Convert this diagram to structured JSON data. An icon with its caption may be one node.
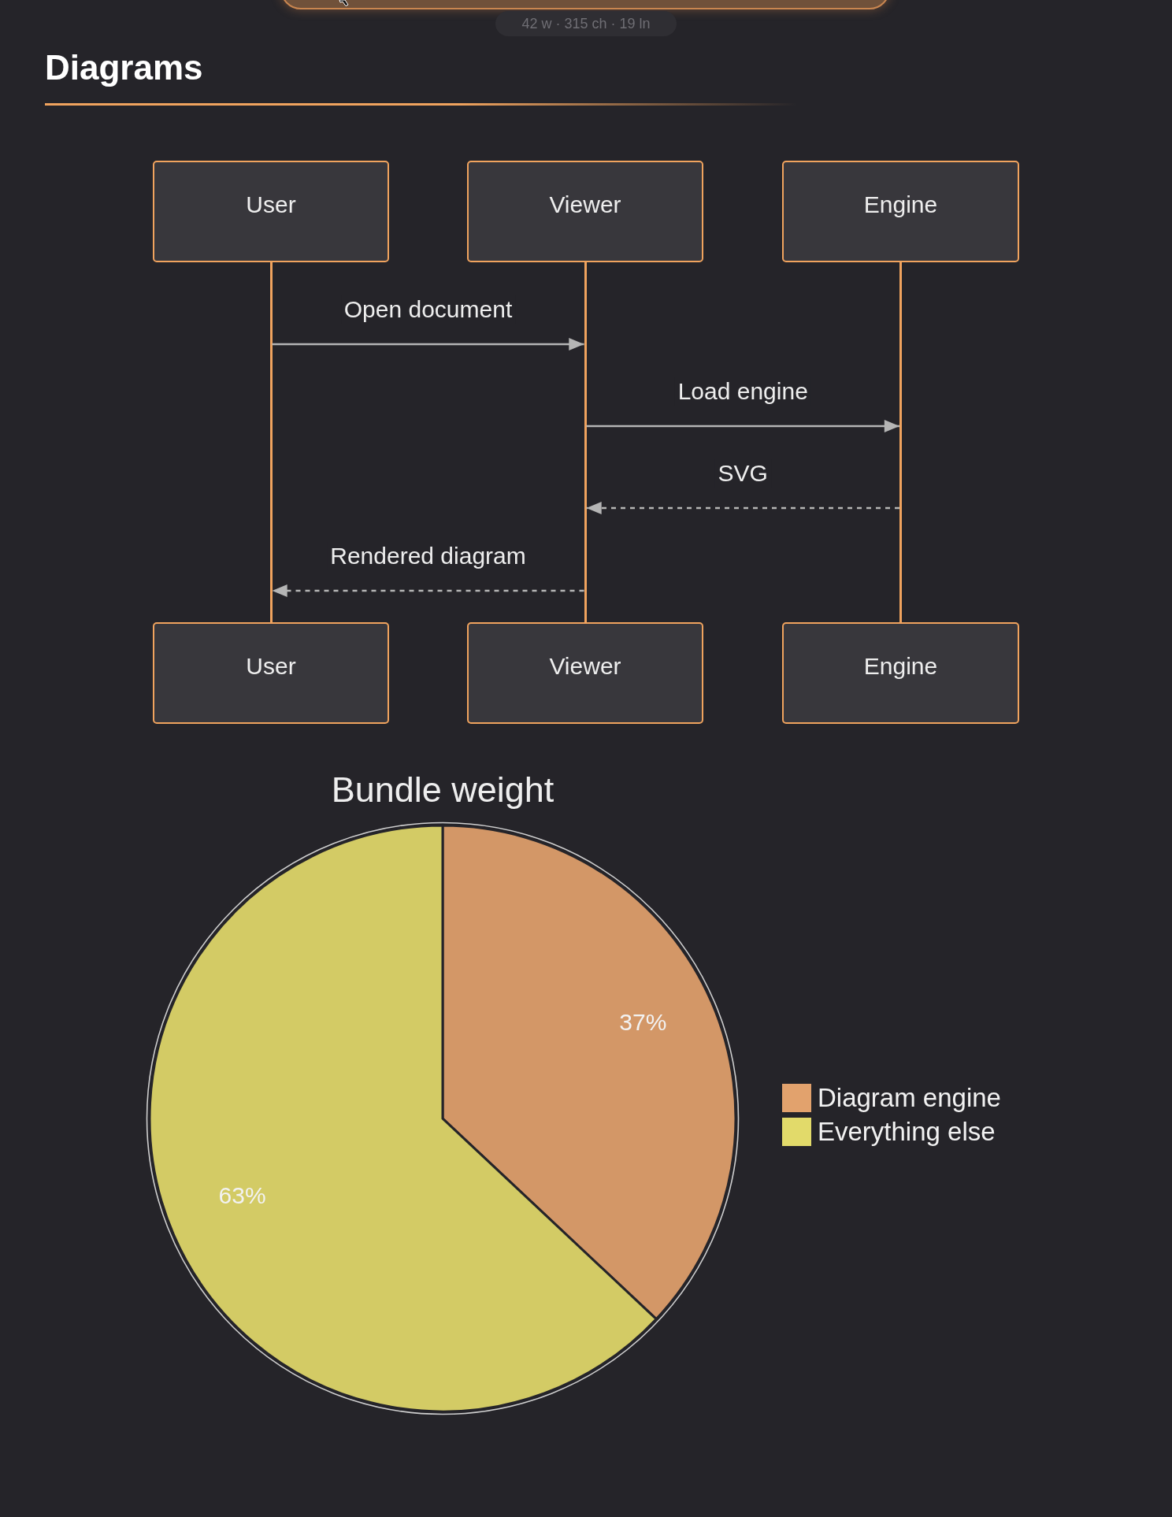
{
  "diagram": {
    "title": "Diagrams",
    "nodes": [
      {
        "text": [
          "User"
        ]
      },
      {
        "text": [
          "Viewer"
        ]
      },
      {
        "text": [
          "Engine"
        ]
      },
      {
        "text": [],
        "shape": "bar"
      },
      {
        "text": [],
        "shape": "bar"
      },
      {
        "text": [],
        "shape": "bar"
      },
      {
        "text": [
          "User"
        ]
      },
      {
        "text": [
          "Viewer"
        ]
      },
      {
        "text": [
          "Engine"
        ]
      }
    ],
    "edges": [
      {
        "from": 3,
        "to": 4,
        "arrow": "to",
        "label": "Open document"
      },
      {
        "from": 4,
        "to": 5,
        "arrow": "to",
        "label": "Load engine"
      },
      {
        "from": 5,
        "to": 4,
        "arrow": "to",
        "label": "SVG",
        "style": "dashed"
      },
      {
        "from": 4,
        "to": 3,
        "arrow": "to",
        "label": "Rendered diagram",
        "style": "dashed"
      }
    ],
    "labels": [
      "42 w · 315 ch · 19 ln"
    ],
    "legend": [
      {
        "text": "Diagram engine",
        "color": "#e2a26d"
      },
      {
        "text": "Everything else",
        "color": "#e2da6a"
      }
    ],
    "chart_data": {
      "type": "pie",
      "title": "Bundle weight",
      "values": [
        37,
        63
      ],
      "value_labels": [
        "37%",
        "63%"
      ]
    }
  }
}
